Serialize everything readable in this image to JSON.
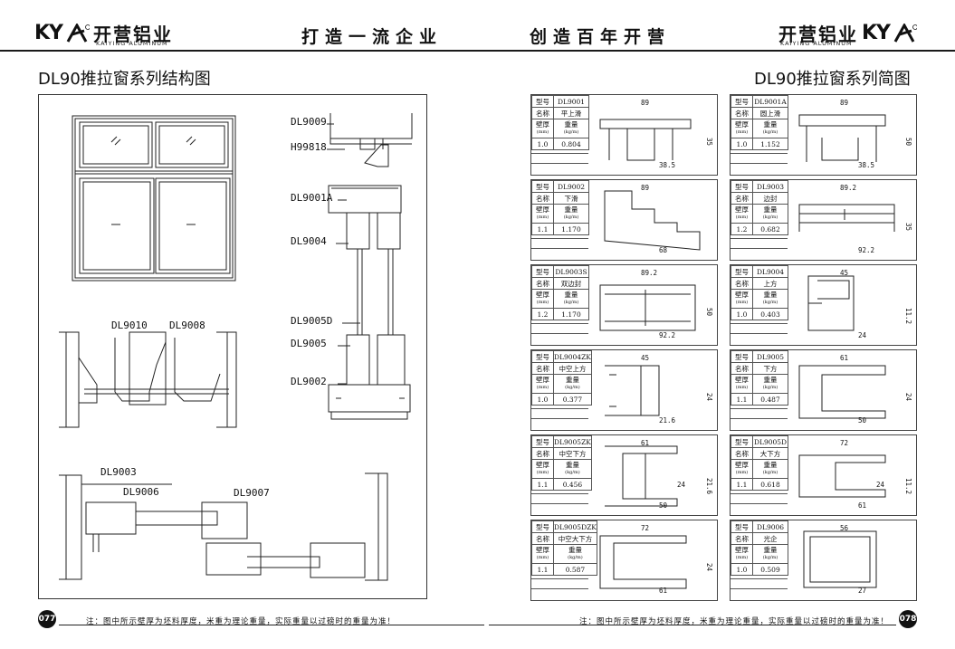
{
  "header": {
    "logo_left_mark": "KY",
    "logo_left_cn": "开营铝业",
    "logo_left_en": "KAIYING ALUMINUM",
    "slogan_left": "打造一流企业",
    "slogan_right": "创造百年开营",
    "logo_right_cn": "开营铝业",
    "logo_right_en": "KAIYING ALUMINUM",
    "logo_right_mark": "KY"
  },
  "left_page": {
    "title": "DL90推拉窗系列结构图",
    "page_number": "077",
    "note": "注：图中所示壁厚为坯料厚度，米重为理论重量，实际重量以过磅时的重量为准！",
    "section_labels": [
      "DL9009",
      "H99818",
      "DL9001A",
      "DL9004",
      "DL9005D",
      "DL9005",
      "DL9002"
    ],
    "joint_labels": [
      "DL9010",
      "DL9008"
    ],
    "bottom_labels": [
      "DL9003",
      "DL9006",
      "DL9007"
    ]
  },
  "right_page": {
    "title": "DL90推拉窗系列简图",
    "page_number": "078",
    "note": "注：图中所示壁厚为坯料厚度，米重为理论重量，实际重量以过磅时的重量为准！",
    "field_labels": {
      "model": "型号",
      "name": "名称",
      "wall": "壁厚",
      "wall_unit": "(mm)",
      "weight": "重量",
      "weight_unit": "(kg/m)"
    },
    "cards": [
      {
        "model": "DL9001",
        "name": "平上滑",
        "wall": "1.0",
        "weight": "0.804",
        "dims": [
          "89",
          "38.5",
          "35"
        ]
      },
      {
        "model": "DL9001A",
        "name": "圆上滑",
        "wall": "1.0",
        "weight": "1.152",
        "dims": [
          "89",
          "38.5",
          "50"
        ]
      },
      {
        "model": "DL9002",
        "name": "下滑",
        "wall": "1.1",
        "weight": "1.170",
        "dims": [
          "89",
          "68"
        ]
      },
      {
        "model": "DL9003",
        "name": "边封",
        "wall": "1.2",
        "weight": "0.682",
        "dims": [
          "89.2",
          "92.2",
          "35"
        ]
      },
      {
        "model": "DL9003S",
        "name": "双边封",
        "wall": "1.2",
        "weight": "1.170",
        "dims": [
          "89.2",
          "92.2",
          "50"
        ]
      },
      {
        "model": "DL9004",
        "name": "上方",
        "wall": "1.0",
        "weight": "0.403",
        "dims": [
          "45",
          "24",
          "11.2"
        ]
      },
      {
        "model": "DL9004ZK",
        "name": "中空上方",
        "wall": "1.0",
        "weight": "0.377",
        "dims": [
          "45",
          "21.6",
          "24"
        ]
      },
      {
        "model": "DL9005",
        "name": "下方",
        "wall": "1.1",
        "weight": "0.487",
        "dims": [
          "61",
          "50",
          "24"
        ]
      },
      {
        "model": "DL9005ZK",
        "name": "中空下方",
        "wall": "1.1",
        "weight": "0.456",
        "dims": [
          "61",
          "50",
          "21.6",
          "24"
        ]
      },
      {
        "model": "DL9005D",
        "name": "大下方",
        "wall": "1.1",
        "weight": "0.618",
        "dims": [
          "72",
          "61",
          "11.2",
          "24"
        ]
      },
      {
        "model": "DL9005DZK",
        "name": "中空大下方",
        "wall": "1.1",
        "weight": "0.587",
        "dims": [
          "72",
          "61",
          "24"
        ]
      },
      {
        "model": "DL9006",
        "name": "光企",
        "wall": "1.0",
        "weight": "0.509",
        "dims": [
          "56",
          "27"
        ]
      }
    ]
  }
}
